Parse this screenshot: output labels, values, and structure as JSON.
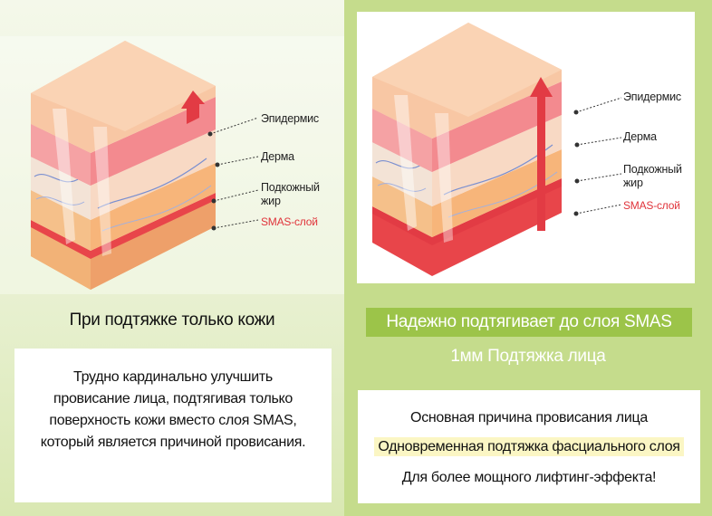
{
  "left": {
    "layer_labels": {
      "epidermis": "Эпидермис",
      "derma": "Дерма",
      "fat_line1": "Подкожный",
      "fat_line2": "жир",
      "smas": "SMAS-слой"
    },
    "heading": "При подтяжке только кожи",
    "description": [
      "Трудно кардинально улучшить",
      "провисание лица, подтягивая только",
      "поверхность кожи вместо слоя SMAS,",
      "который является причиной провисания."
    ]
  },
  "right": {
    "layer_labels": {
      "epidermis": "Эпидермис",
      "derma": "Дерма",
      "fat_line1": "Подкожный",
      "fat_line2": "жир",
      "smas": "SMAS-слой"
    },
    "banner": "Надежно подтягивает до слоя SMAS",
    "subheading": "1мм Подтяжка лица",
    "features": [
      "Основная причина провисания лица",
      "Одновременная подтяжка фасциального слоя",
      "Для более мощного лифтинг-эффекта!"
    ]
  },
  "colors": {
    "panel_green": "#c5dc8c",
    "banner_green": "#9cc449",
    "smas_red": "#e0333a",
    "highlight_yellow": "#fbf6c4"
  }
}
